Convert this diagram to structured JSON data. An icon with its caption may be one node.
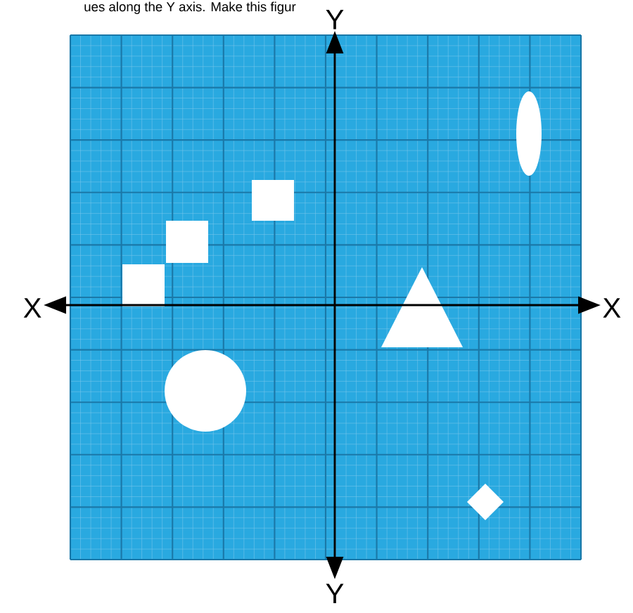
{
  "diagram": {
    "labels": [
      "ues along the Y axis. Make this figur",
      "Y",
      "X",
      "X",
      "Y"
    ]
  }
}
